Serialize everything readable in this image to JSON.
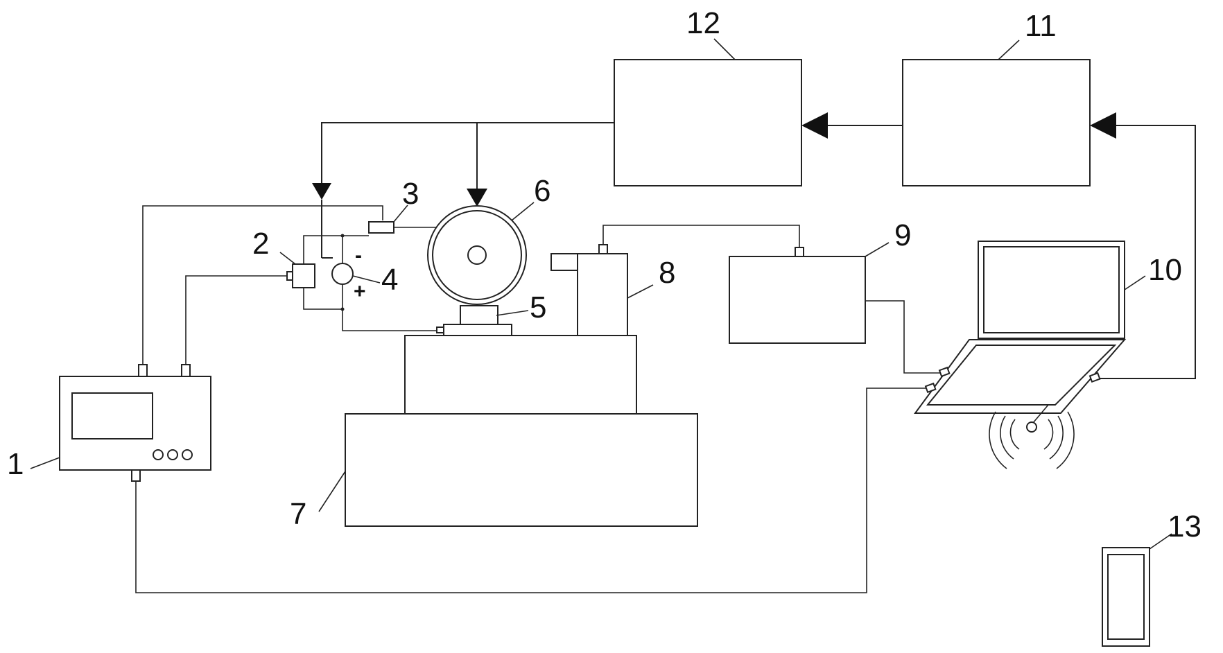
{
  "components": [
    {
      "id": "1",
      "label": "1"
    },
    {
      "id": "2",
      "label": "2"
    },
    {
      "id": "3",
      "label": "3"
    },
    {
      "id": "4",
      "label": "4"
    },
    {
      "id": "5",
      "label": "5"
    },
    {
      "id": "6",
      "label": "6"
    },
    {
      "id": "7",
      "label": "7"
    },
    {
      "id": "8",
      "label": "8"
    },
    {
      "id": "9",
      "label": "9"
    },
    {
      "id": "10",
      "label": "10"
    },
    {
      "id": "11",
      "label": "11"
    },
    {
      "id": "12",
      "label": "12"
    },
    {
      "id": "13",
      "label": "13"
    }
  ],
  "polarity": {
    "minus": "-",
    "plus": "+"
  },
  "colors": {
    "stroke": "#222222",
    "background": "#ffffff"
  }
}
